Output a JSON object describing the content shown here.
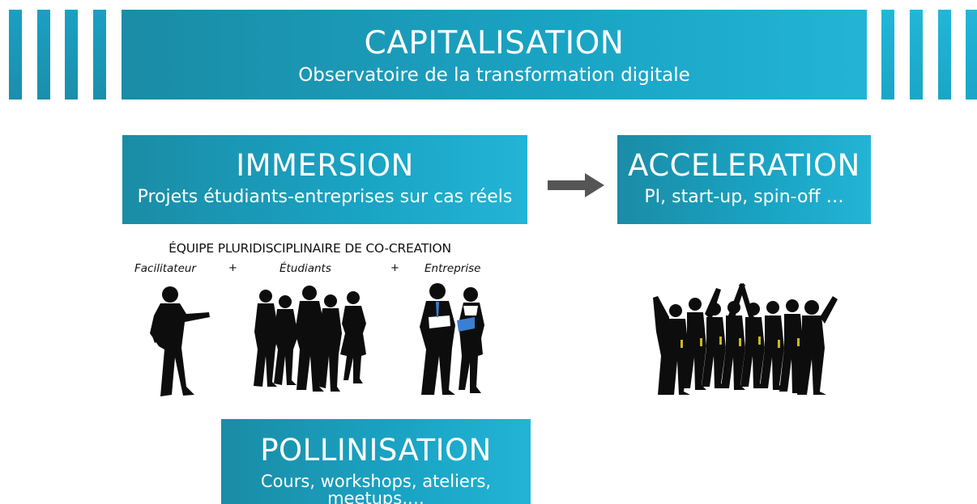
{
  "capitalisation": {
    "title": "CAPITALISATION",
    "subtitle": "Observatoire de la transformation digitale"
  },
  "immersion": {
    "title": "IMMERSION",
    "subtitle": "Projets étudiants-entreprises sur cas réels"
  },
  "acceleration": {
    "title": "ACCELERATION",
    "subtitle": "PI, start-up, spin-off …"
  },
  "team": {
    "title": "ÉQUIPE PLURIDISCIPLINAIRE DE CO-CREATION",
    "role_1": "Facilitateur",
    "plus_1": "+",
    "role_2": "Étudiants",
    "plus_2": "+",
    "role_3": "Entreprise"
  },
  "pollinisation": {
    "title": "POLLINISATION",
    "subtitle": "Cours, workshops, ateliers, meetups,…"
  },
  "colors": {
    "box_dark": "#1a8ca6",
    "box_light": "#22b4d6",
    "arrow": "#555555",
    "silhouette": "#0d0d0d",
    "accent_blue": "#3a7fd0"
  },
  "icons": {
    "arrow": "arrow-right-icon",
    "facilitator": "presenter-silhouette-icon",
    "students": "group-silhouette-icon",
    "company": "business-people-silhouette-icon",
    "celebration": "cheering-crowd-silhouette-icon"
  }
}
